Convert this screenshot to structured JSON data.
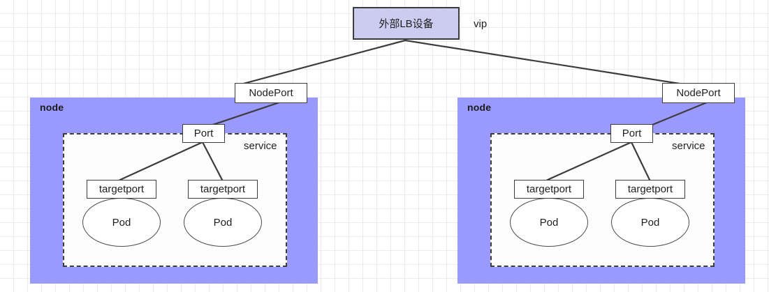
{
  "diagram": {
    "title_box": {
      "label": "外部LB设备",
      "fill": "#ccccf0",
      "stroke": "#3c3c3c"
    },
    "vip_label": "vip",
    "node_fill": "#9a99fe",
    "service_stroke": "#3c3c3c",
    "nodes": [
      {
        "label": "node",
        "nodeport_label": "NodePort",
        "service_label": "service",
        "port_label": "Port",
        "pods": [
          {
            "targetport_label": "targetport",
            "pod_label": "Pod"
          },
          {
            "targetport_label": "targetport",
            "pod_label": "Pod"
          }
        ]
      },
      {
        "label": "node",
        "nodeport_label": "NodePort",
        "service_label": "service",
        "port_label": "Port",
        "pods": [
          {
            "targetport_label": "targetport",
            "pod_label": "Pod"
          },
          {
            "targetport_label": "targetport",
            "pod_label": "Pod"
          }
        ]
      }
    ]
  }
}
